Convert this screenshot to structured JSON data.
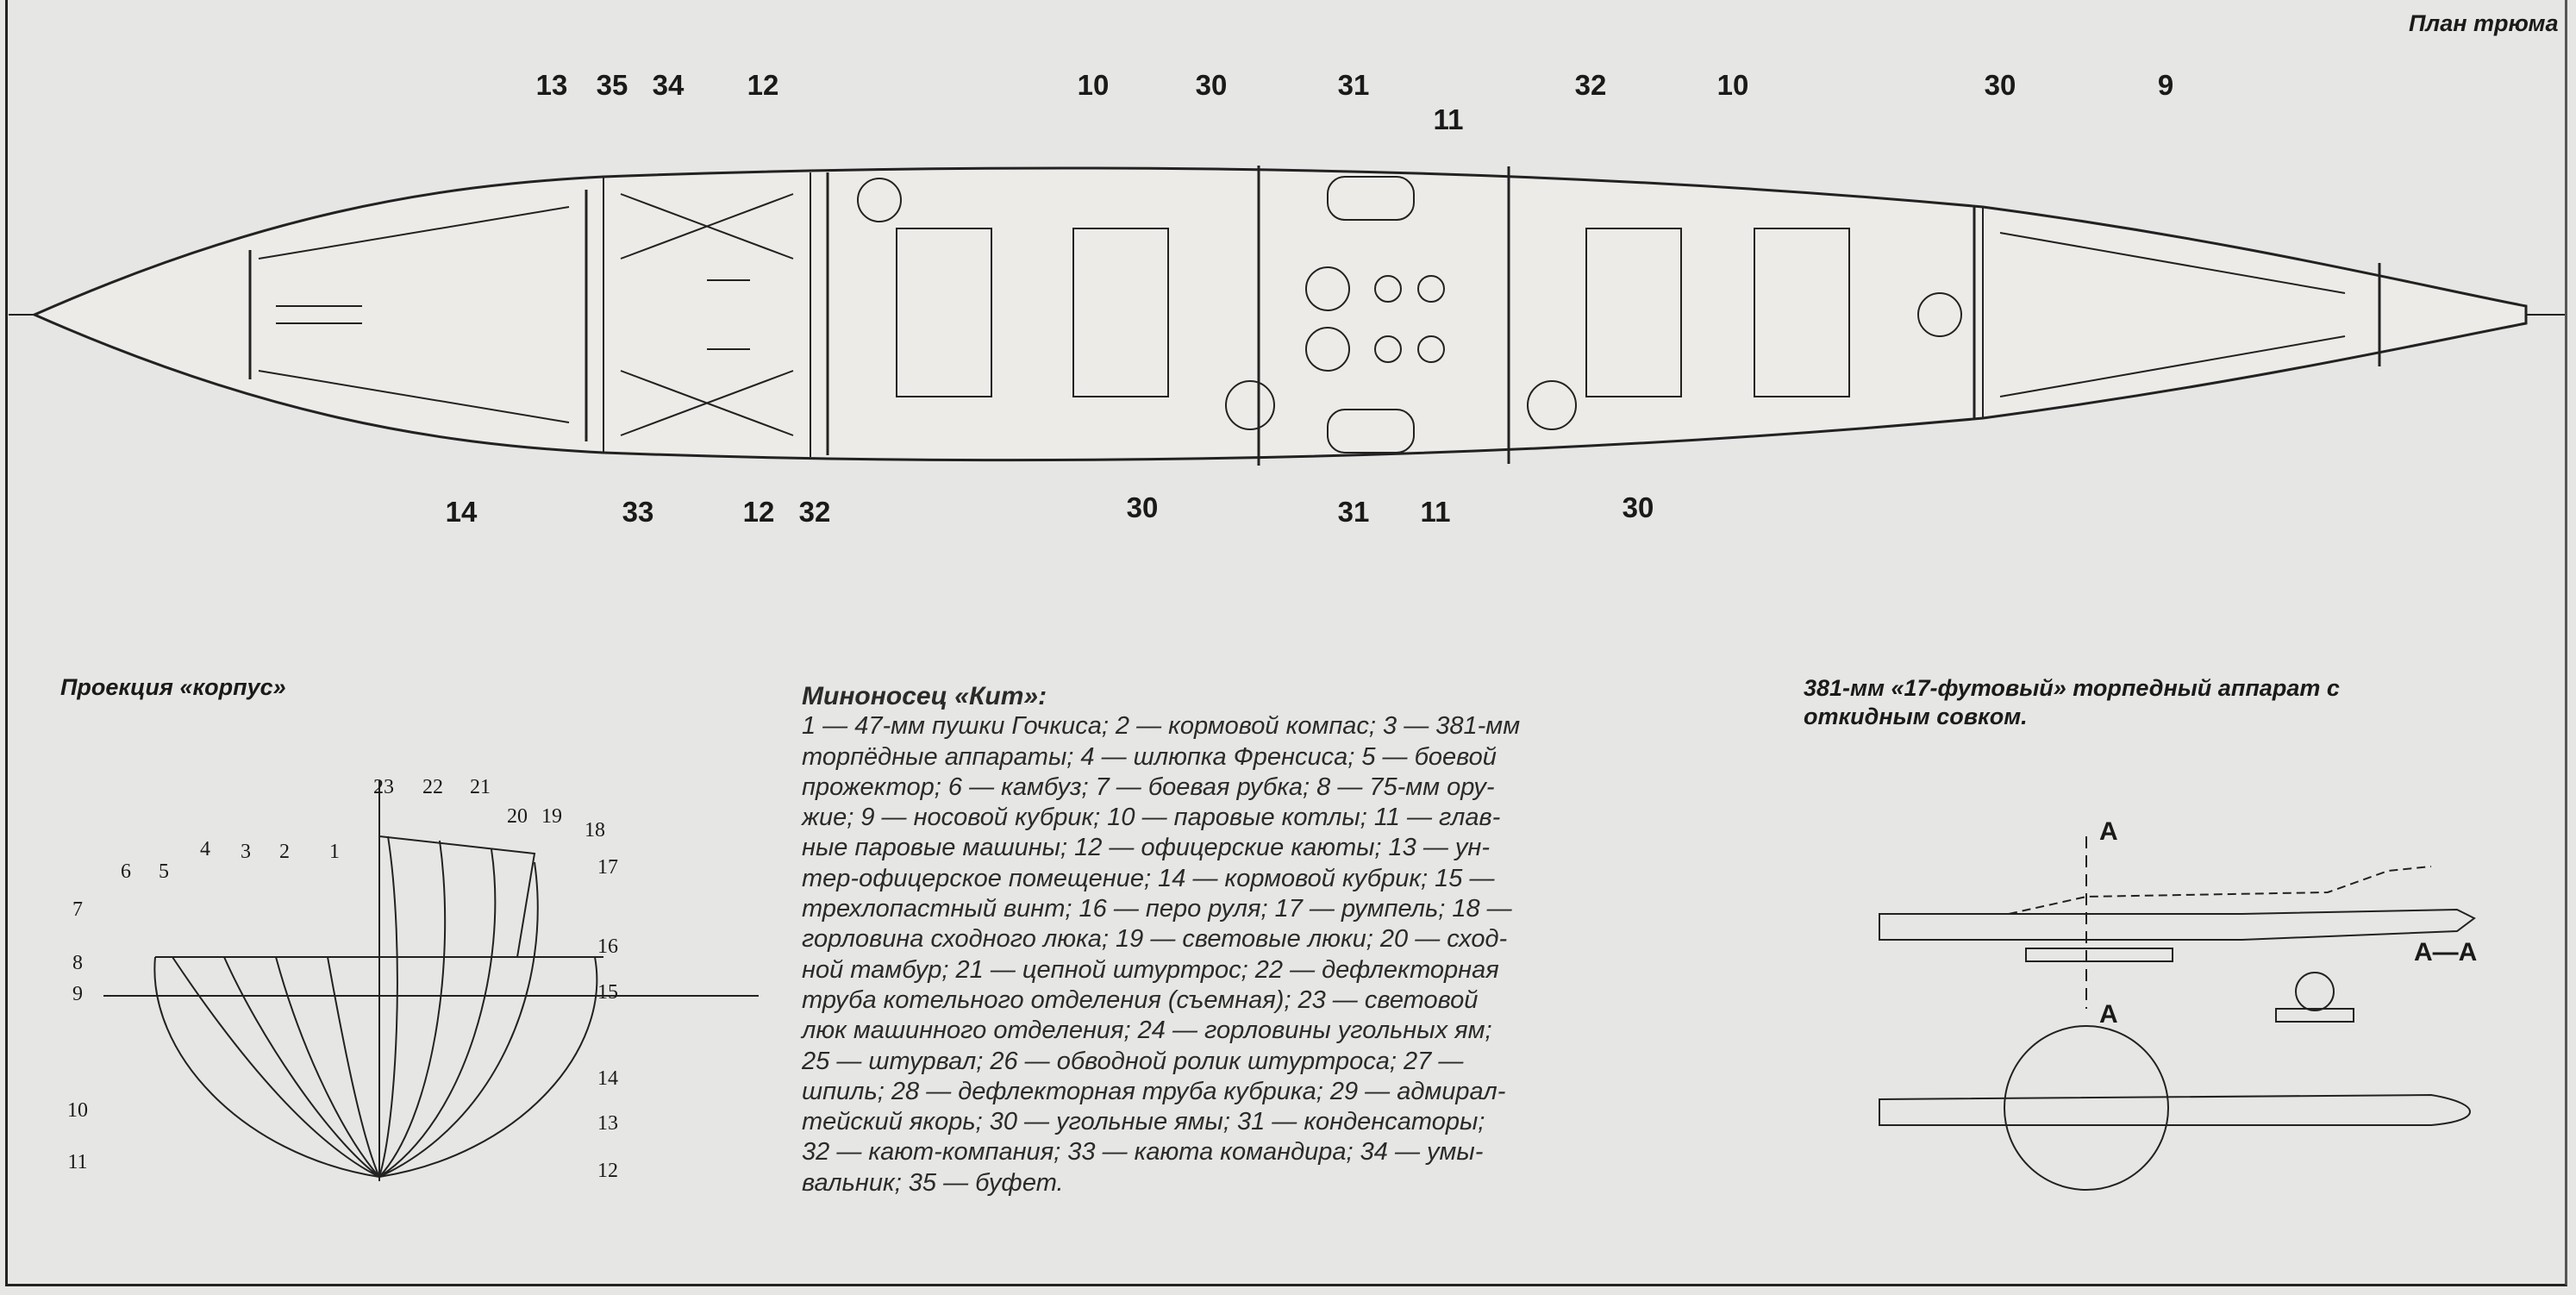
{
  "plan": {
    "title": "План трюма",
    "top_labels": [
      "13",
      "35",
      "34",
      "12",
      "10",
      "30",
      "31",
      "11",
      "32",
      "10",
      "30",
      "9"
    ],
    "bottom_labels": [
      "14",
      "33",
      "12",
      "32",
      "30",
      "31",
      "11",
      "30"
    ]
  },
  "body_plan": {
    "title": "Проекция «корпус»",
    "left_labels": [
      "1",
      "2",
      "3",
      "4",
      "5",
      "6",
      "7",
      "8",
      "9",
      "10",
      "11"
    ],
    "right_labels": [
      "23",
      "22",
      "21",
      "20",
      "19",
      "18",
      "17",
      "16",
      "15",
      "14",
      "13",
      "12"
    ]
  },
  "caption": {
    "heading": "Миноносец «Кит»:",
    "lines": [
      "1 — 47-мм пушки Гочкиса; 2 — кормовой компас; 3 — 381-мм",
      "торпёдные аппараты; 4 — шлюпка Френсиса; 5 — боевой",
      "прожектор; 6 — камбуз; 7 — боевая рубка; 8 — 75-мм ору-",
      "жие; 9 — носовой кубрик; 10 — паровые котлы; 11 — глав-",
      "ные паровые машины; 12 — офицерские каюты; 13 — ун-",
      "тер-офицерское помещение; 14 — кормовой кубрик; 15 —",
      "трехлопастный винт; 16 — перо руля; 17 — румпель; 18 —",
      "горловина сходного люка; 19 — световые люки; 20 — сход-",
      "ной тамбур; 21 — цепной штуртрос; 22 — дефлекторная",
      "труба котельного отделения (съемная); 23 — световой",
      "люк машинного отделения; 24 — горловины угольных ям;",
      "25 — штурвал; 26 — обводной ролик штуртроса; 27 —",
      "шпиль; 28 — дефлекторная труба кубрика; 29 — адмирал-",
      "тейский якорь; 30 — угольные ямы; 31 — конденсаторы;",
      "32 — кают-компания; 33 — каюта командира; 34 — умы-",
      "вальник; 35 — буфет."
    ]
  },
  "torpedo": {
    "title_line1": "381-мм «17-футовый» торпедный аппарат с",
    "title_line2": "откидным совком.",
    "section_mark_top": "A",
    "section_mark_bottom": "A",
    "section_label": "A—A"
  }
}
